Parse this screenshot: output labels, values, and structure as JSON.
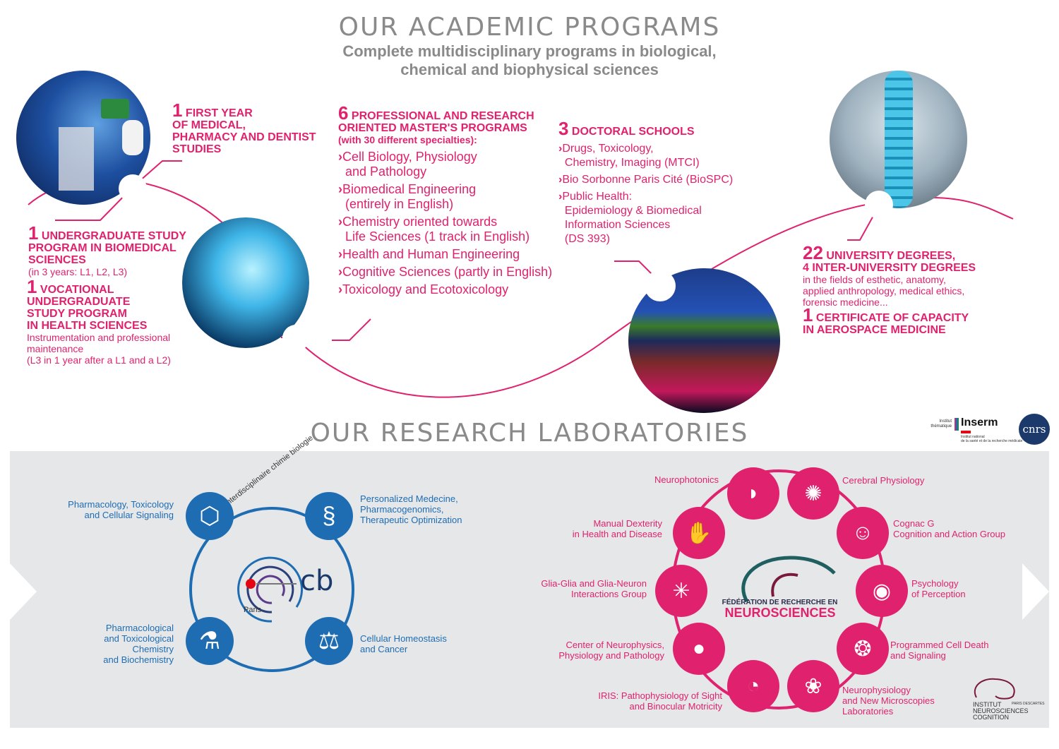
{
  "header": {
    "title": "OUR ACADEMIC PROGRAMS",
    "subtitle_line1": "Complete multidisciplinary programs in biological,",
    "subtitle_line2": "chemical and biophysical sciences"
  },
  "programs": {
    "first_year": {
      "num": "1",
      "title_l1": "FIRST YEAR",
      "title_l2": "OF MEDICAL,",
      "title_l3": "PHARMACY AND DENTIST",
      "title_l4": "STUDIES"
    },
    "undergrad": {
      "num": "1",
      "title_l1": "UNDERGRADUATE STUDY",
      "title_l2": "PROGRAM IN BIOMEDICAL",
      "title_l3": "SCIENCES",
      "note": "(in 3 years: L1, L2, L3)"
    },
    "vocational": {
      "num": "1",
      "title_l1": "VOCATIONAL",
      "title_l2": "UNDERGRADUATE",
      "title_l3": "STUDY PROGRAM",
      "title_l4": "IN HEALTH SCIENCES",
      "desc_l1": "Instrumentation and professional",
      "desc_l2": "maintenance",
      "desc_l3": "(L3 in 1 year after a L1 and a L2)"
    },
    "masters": {
      "num": "6",
      "title_l1": "PROFESSIONAL AND RESEARCH",
      "title_l2": "ORIENTED MASTER'S PROGRAMS",
      "note": "(with 30 different specialties):",
      "items": [
        {
          "l1": "Cell Biology, Physiology",
          "l2": "and Pathology"
        },
        {
          "l1": "Biomedical Engineering",
          "l2": "(entirely in English)"
        },
        {
          "l1": "Chemistry oriented towards",
          "l2": "Life Sciences (1 track in English)"
        },
        {
          "l1": "Health and Human Engineering",
          "l2": ""
        },
        {
          "l1": "Cognitive Sciences (partly in English)",
          "l2": ""
        },
        {
          "l1": "Toxicology and Ecotoxicology",
          "l2": ""
        }
      ]
    },
    "doctoral": {
      "num": "3",
      "title": "DOCTORAL SCHOOLS",
      "items": [
        {
          "l1": "Drugs, Toxicology,",
          "l2": "Chemistry, Imaging (MTCI)",
          "l3": "",
          "l4": ""
        },
        {
          "l1": "Bio Sorbonne Paris Cité (BioSPC)",
          "l2": "",
          "l3": "",
          "l4": ""
        },
        {
          "l1": "Public Health:",
          "l2": "Epidemiology & Biomedical",
          "l3": "Information Sciences",
          "l4": "(DS 393)"
        }
      ]
    },
    "university": {
      "num": "22",
      "title_l1": "UNIVERSITY DEGREES,",
      "title_l2": "4 INTER-UNIVERSITY DEGREES",
      "desc_l1": "in the fields of esthetic, anatomy,",
      "desc_l2": "applied anthropology, medical ethics,",
      "desc_l3": "forensic medicine..."
    },
    "certificate": {
      "num": "1",
      "title_l1": "CERTIFICATE OF CAPACITY",
      "title_l2": "IN AEROSPACE MEDICINE"
    }
  },
  "logos": {
    "inserm_small_l1": "Institut",
    "inserm_small_l2": "thématique",
    "inserm": "Inserm",
    "inserm_sub_l1": "Institut national",
    "inserm_sub_l2": "de la santé et de la recherche médicale",
    "cnrs": "cnrs"
  },
  "labs_title": "OUR RESEARCH LABORATORIES",
  "ccb": {
    "ring_text": "Centre interdisciplinaire chimie biologie",
    "paris": "Paris",
    "cb": "cb",
    "labs": [
      {
        "l1": "Pharmacology, Toxicology",
        "l2": "and Cellular Signaling",
        "l3": "",
        "l4": ""
      },
      {
        "l1": "Personalized Medecine,",
        "l2": "Pharmacogenomics,",
        "l3": "Therapeutic Optimization",
        "l4": ""
      },
      {
        "l1": "Pharmacological",
        "l2": "and Toxicological",
        "l3": "Chemistry",
        "l4": "and Biochemistry"
      },
      {
        "l1": "Cellular Homeostasis",
        "l2": "and Cancer",
        "l3": "",
        "l4": ""
      }
    ],
    "icons": [
      "molecule-icon",
      "dna-icon",
      "flask-icon",
      "scales-icon"
    ]
  },
  "neuro": {
    "center_l1": "FÉDÉRATION DE RECHERCHE EN",
    "center_l2": "NEUROSCIENCES",
    "labs": [
      {
        "l1": "Neurophotonics",
        "l2": ""
      },
      {
        "l1": "Cerebral Physiology",
        "l2": ""
      },
      {
        "l1": "Manual Dexterity",
        "l2": "in Health and Disease"
      },
      {
        "l1": "Cognac G",
        "l2": "Cognition and Action Group"
      },
      {
        "l1": "Glia-Glia and Glia-Neuron",
        "l2": "Interactions Group"
      },
      {
        "l1": "Psychology",
        "l2": "of Perception"
      },
      {
        "l1": "Center of Neurophysics,",
        "l2": "Physiology and Pathology"
      },
      {
        "l1": "Programmed Cell Death",
        "l2": "and Signaling"
      },
      {
        "l1": "IRIS: Pathophysiology of Sight",
        "l2": "and Binocular Motricity"
      },
      {
        "l1": "Neurophysiology",
        "l2": "and New Microscopies",
        "l3": "Laboratories"
      }
    ],
    "inc_l1": "INSTITUT",
    "inc_l2": "NEUROSCIENCES",
    "inc_l3": "COGNITION",
    "inc_small_l1": "PARIS DESCARTES"
  },
  "colors": {
    "magenta": "#e0226e",
    "blue": "#1e6db3",
    "grey": "#8a8a8a",
    "panel": "#e6e7e9"
  }
}
